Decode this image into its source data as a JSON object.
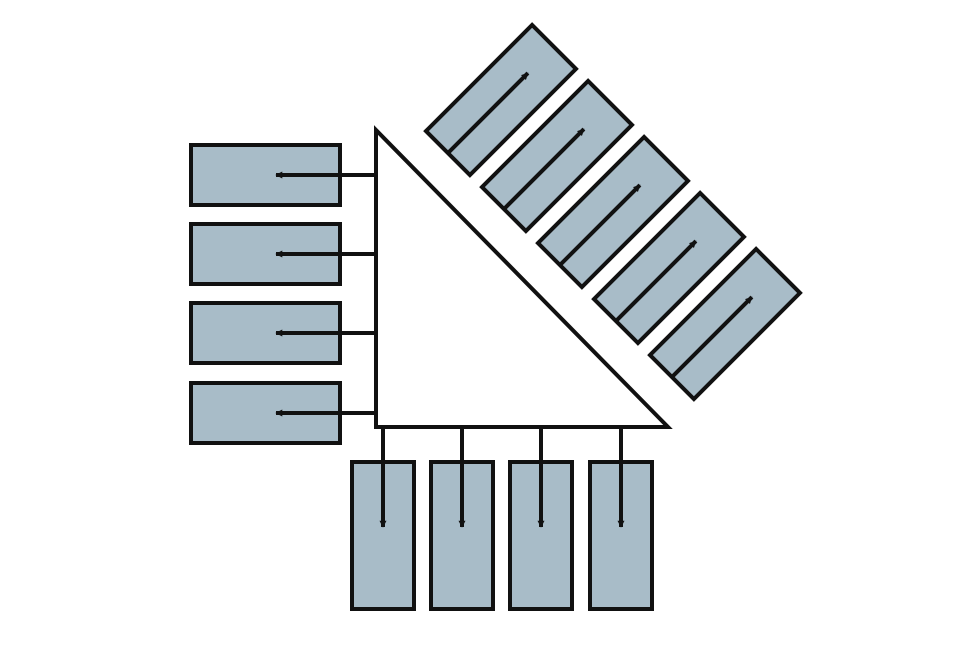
{
  "diagram": {
    "colors": {
      "background": "#ffffff",
      "box_fill": "#a8bcc8",
      "stroke": "#111111",
      "triangle_fill": "#ffffff"
    },
    "center_shape": "right-triangle",
    "groups": [
      {
        "side": "left",
        "direction": "outward-left",
        "box_count": 4
      },
      {
        "side": "bottom",
        "direction": "outward-down",
        "box_count": 4
      },
      {
        "side": "hypotenuse",
        "direction": "outward-up-right",
        "box_count": 5
      }
    ]
  }
}
